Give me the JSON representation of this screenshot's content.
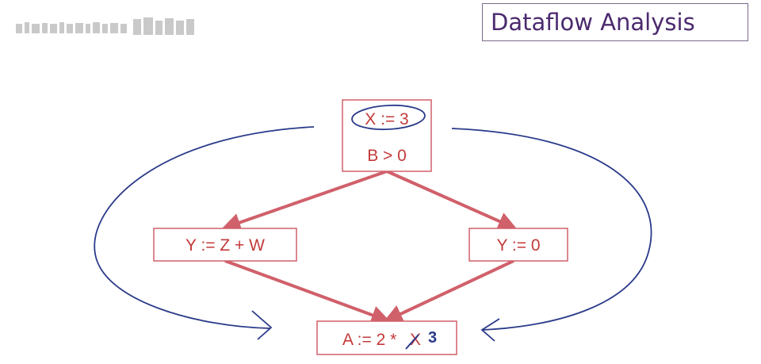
{
  "slide": {
    "title": "Dataflow Analysis"
  },
  "nodes": {
    "entry": {
      "line1": "X := 3",
      "line2": "B > 0"
    },
    "left": {
      "text": "Y := Z + W"
    },
    "right": {
      "text": "Y := 0"
    },
    "exit": {
      "text_before": "A := 2 * ",
      "var": "X",
      "annotation": "3"
    }
  },
  "colors": {
    "node": "#c33a3a",
    "edge": "#d0606a",
    "annotation": "#2a3a8a",
    "title": "#4b2a6e"
  }
}
